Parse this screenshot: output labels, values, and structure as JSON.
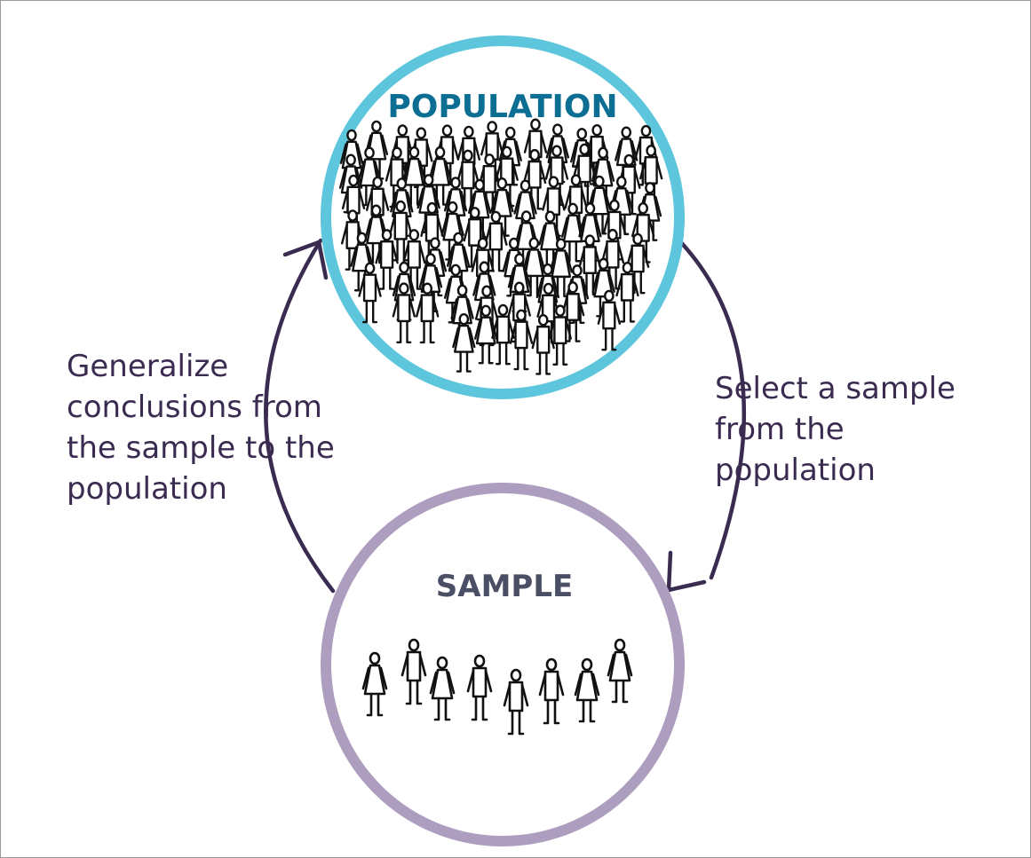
{
  "population": {
    "title": "POPULATION",
    "people_count": 90,
    "title_color": "#0d6e94",
    "ring_color": "#5ec6dc"
  },
  "sample": {
    "title": "SAMPLE",
    "people_count": 8,
    "title_color": "#4a4f66",
    "ring_color": "#ad9dbe"
  },
  "arrows": {
    "left_label": "Generalize\nconclusions from\nthe sample to the\npopulation",
    "right_label": "Select a sample\nfrom the\npopulation",
    "color": "#3a2b50"
  }
}
